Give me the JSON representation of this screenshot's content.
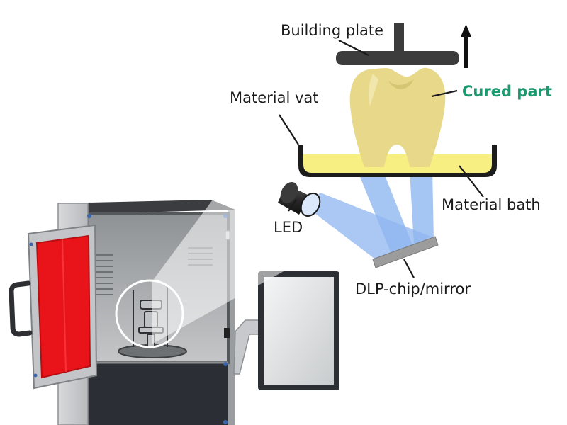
{
  "labels": {
    "building_plate": "Building plate",
    "material_vat": "Material vat",
    "cured_part": "Cured part",
    "material_bath": "Material bath",
    "led": "LED",
    "dlp_chip": "DLP-chip/mirror"
  },
  "colors": {
    "accent": "#1a9a6e",
    "tooth": "#e8d98a",
    "resin": "#f7ef82",
    "light": "#8fb6f0",
    "door": "#e8141a",
    "plate": "#3c3c3c"
  },
  "icons": {
    "lift_direction": "arrow-up-icon"
  }
}
